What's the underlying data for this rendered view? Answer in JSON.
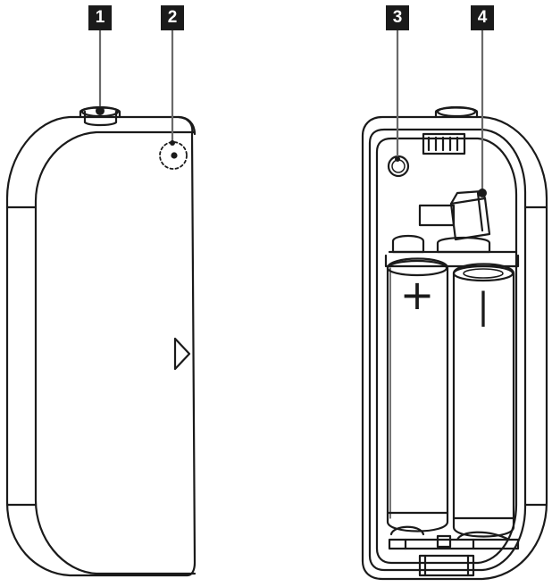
{
  "callouts": [
    {
      "number": "1",
      "part": "top-button"
    },
    {
      "number": "2",
      "part": "indicator-led"
    },
    {
      "number": "3",
      "part": "tamper-hole"
    },
    {
      "number": "4",
      "part": "battery-switch"
    }
  ],
  "battery_markings": {
    "positive": "+",
    "negative": "|"
  },
  "colors": {
    "line": "#1a1a1a",
    "label_bg": "#1a1a1a",
    "label_text": "#ffffff",
    "background": "#ffffff"
  }
}
